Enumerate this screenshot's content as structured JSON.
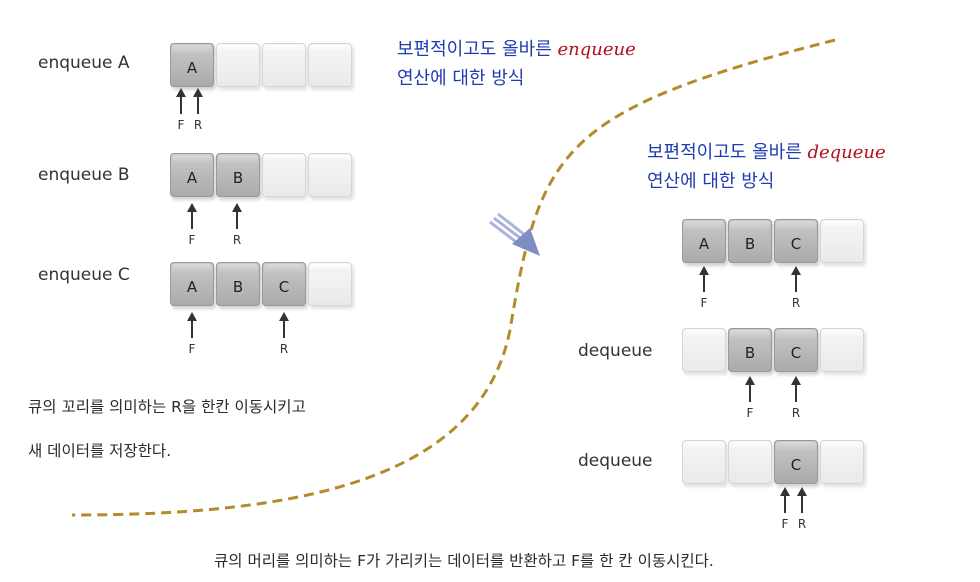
{
  "left_panel": {
    "rows": [
      {
        "label": "enqueue  A",
        "cells": [
          "A",
          "",
          "",
          ""
        ],
        "pointers": [
          {
            "text": "F"
          },
          {
            "text": "R"
          }
        ]
      },
      {
        "label": "enqueue  B",
        "cells": [
          "A",
          "B",
          "",
          ""
        ],
        "pointers": [
          {
            "text": "F"
          },
          {
            "text": "R"
          }
        ]
      },
      {
        "label": "enqueue  C",
        "cells": [
          "A",
          "B",
          "C",
          ""
        ],
        "pointers": [
          {
            "text": "F"
          },
          {
            "text": "R"
          }
        ]
      }
    ],
    "note_line1": "보편적이고도 올바른 ",
    "note_keyword": "enqueue",
    "note_line2": "연산에 대한 방식",
    "caption_line1": "큐의 꼬리를 의미하는 R을 한칸 이동시키고",
    "caption_line2": "새 데이터를 저장한다."
  },
  "right_panel": {
    "rows": [
      {
        "label": "",
        "cells": [
          "A",
          "B",
          "C",
          ""
        ],
        "pointers": [
          {
            "text": "F"
          },
          {
            "text": "R"
          }
        ]
      },
      {
        "label": "dequeue",
        "cells": [
          "",
          "B",
          "C",
          ""
        ],
        "pointers": [
          {
            "text": "F"
          },
          {
            "text": "R"
          }
        ]
      },
      {
        "label": "dequeue",
        "cells": [
          "",
          "",
          "C",
          ""
        ],
        "pointers": [
          {
            "text": "F"
          },
          {
            "text": "R"
          }
        ]
      }
    ],
    "note_line1": "보편적이고도 올바른 ",
    "note_keyword": "dequeue",
    "note_line2": "연산에 대한 방식",
    "caption": "큐의 머리를 의미하는 F가 가리키는 데이터를 반환하고 F를 한 칸 이동시킨다."
  },
  "colors": {
    "divider": "#b38b2a",
    "arrow": "#7f8ec2",
    "note_blue": "#1f3bb3",
    "note_red": "#b01020"
  }
}
